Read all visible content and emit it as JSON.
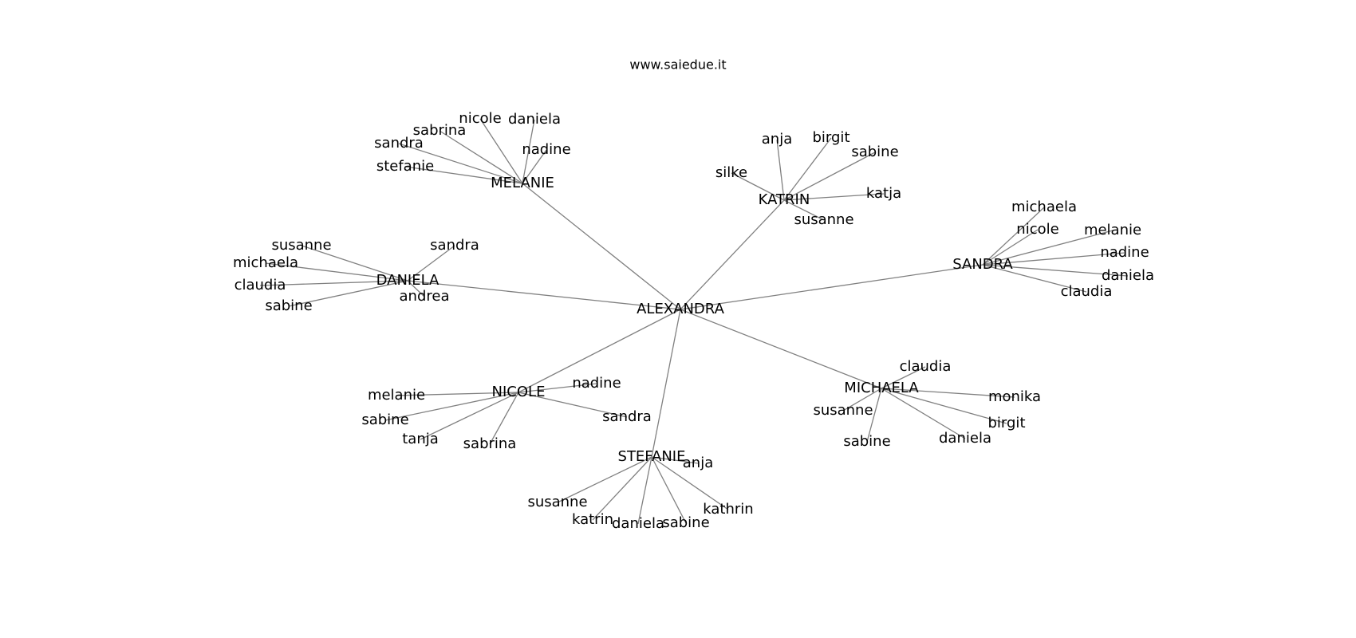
{
  "site_title": "www.saiedue.it",
  "colors": {
    "edge": "#808080",
    "text": "#000000",
    "background": "#ffffff"
  },
  "graph": {
    "root": "ALEXANDRA",
    "hubs": [
      {
        "label": "MELANIE",
        "leaves": [
          "stefanie",
          "sandra",
          "sabrina",
          "nicole",
          "daniela",
          "nadine"
        ]
      },
      {
        "label": "KATRIN",
        "leaves": [
          "silke",
          "anja",
          "birgit",
          "sabine",
          "katja",
          "susanne"
        ]
      },
      {
        "label": "SANDRA",
        "leaves": [
          "michaela",
          "nicole",
          "melanie",
          "nadine",
          "daniela",
          "claudia"
        ]
      },
      {
        "label": "DANIELA",
        "leaves": [
          "susanne",
          "michaela",
          "claudia",
          "sabine",
          "sandra",
          "andrea"
        ]
      },
      {
        "label": "NICOLE",
        "leaves": [
          "melanie",
          "sabine",
          "tanja",
          "sabrina",
          "nadine",
          "sandra"
        ]
      },
      {
        "label": "STEFANIE",
        "leaves": [
          "susanne",
          "katrin",
          "daniela",
          "sabine",
          "kathrin",
          "anja"
        ]
      },
      {
        "label": "MICHAELA",
        "leaves": [
          "claudia",
          "susanne",
          "sabine",
          "daniela",
          "birgit",
          "monika"
        ]
      }
    ]
  }
}
